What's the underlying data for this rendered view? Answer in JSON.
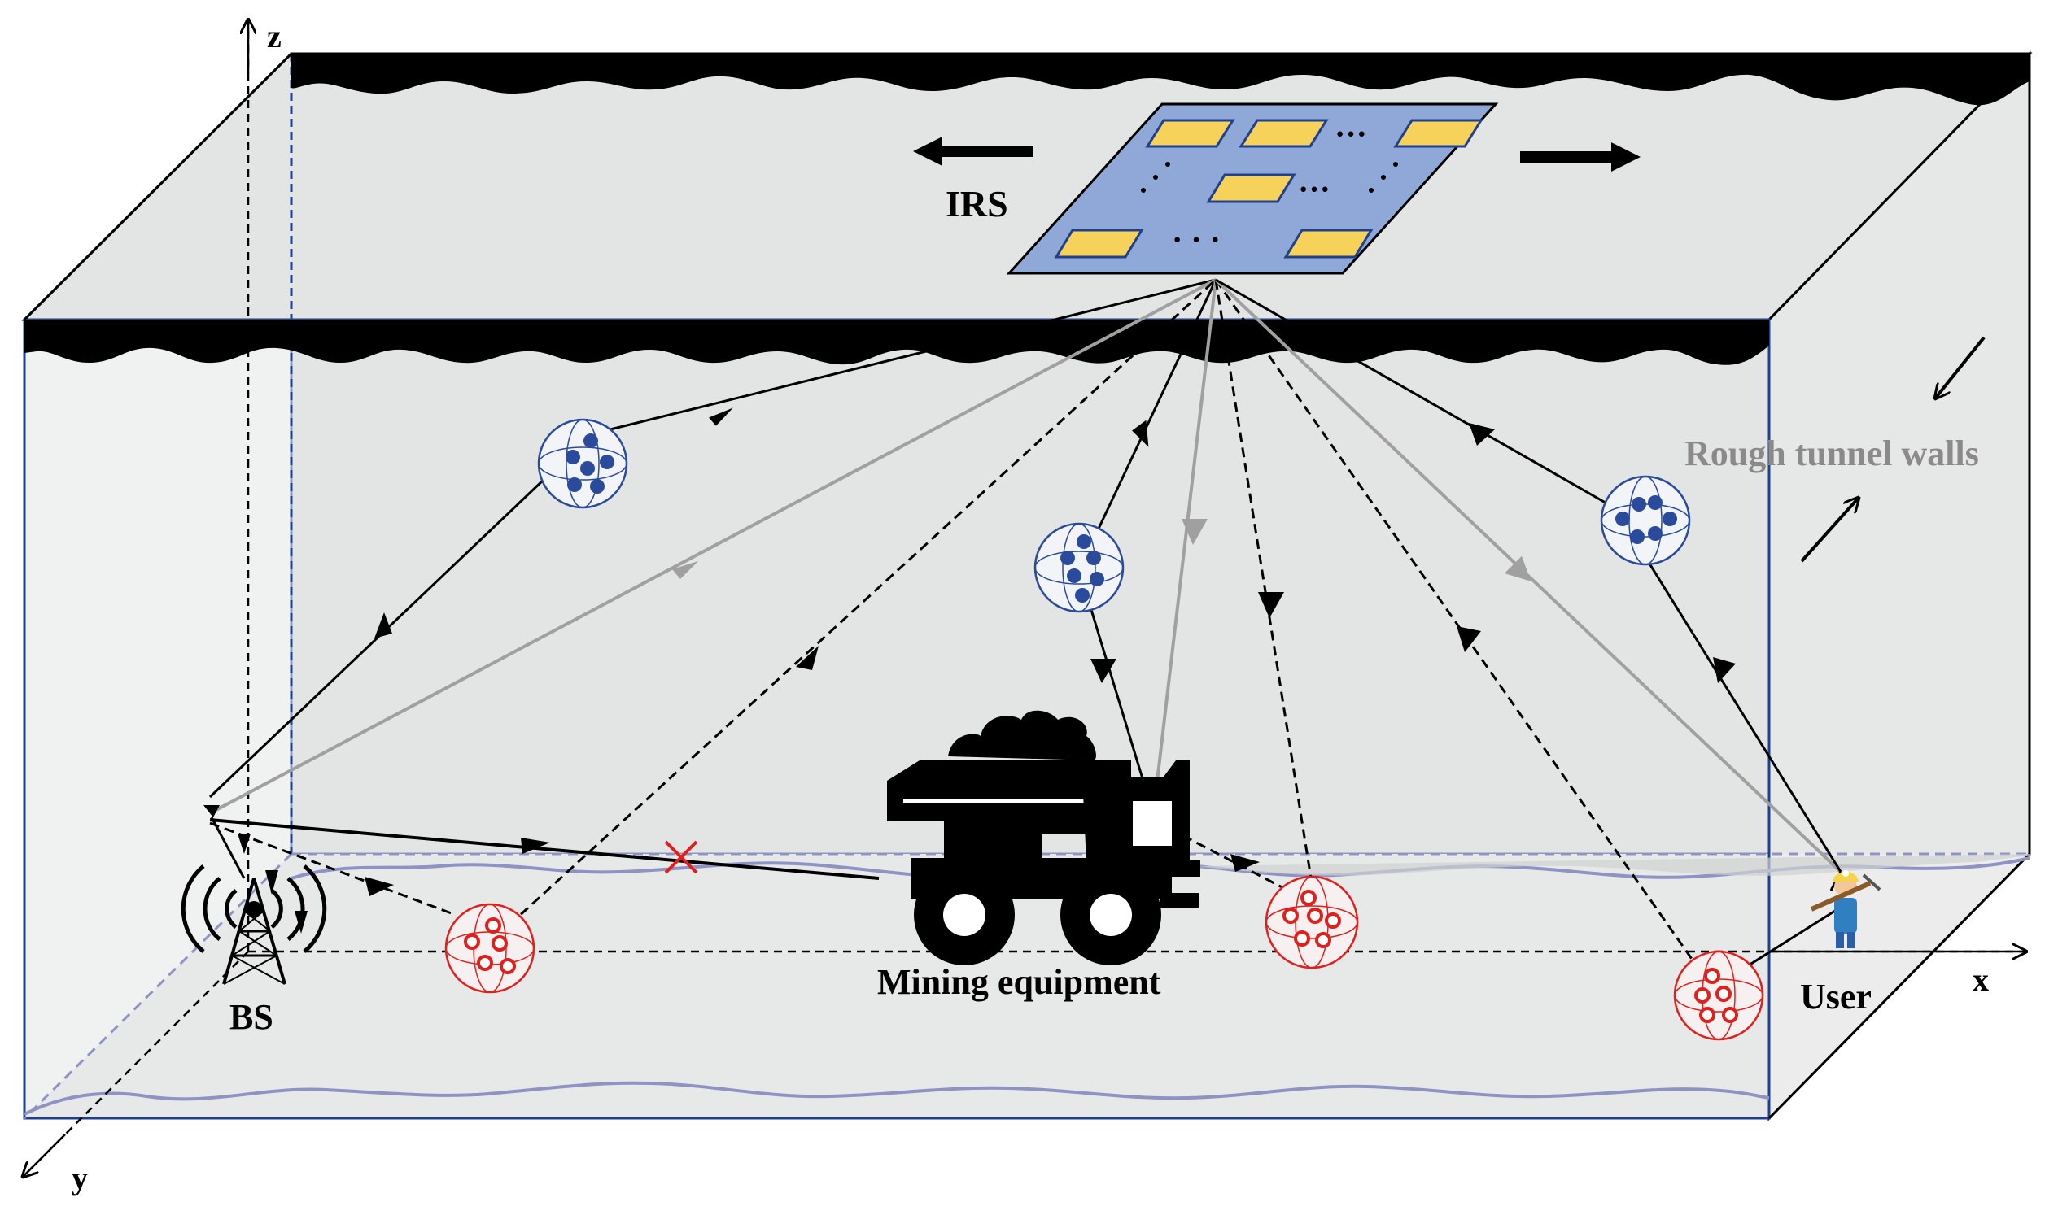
{
  "labels": {
    "irs": "IRS",
    "rough_walls": "Rough tunnel walls",
    "mining_equipment": "Mining equipment",
    "bs": "BS",
    "user": "User",
    "axis_x": "x",
    "axis_y": "y",
    "axis_z": "z",
    "irs_dots_top": "···",
    "irs_dots_mid": "···",
    "irs_dots_bottom": "· · ·"
  },
  "colors": {
    "tunnel_fill": "#e2e4e4",
    "tunnel_edge": "#1f3f8f",
    "rock": "#000000",
    "irs_panel": "#8fa8d8",
    "irs_element": "#f7d25a",
    "scatterer_blue": "#2a4b9b",
    "scatterer_red": "#e0201c",
    "path_black": "#000000",
    "path_grey": "#a0a0a0",
    "blocked_marker": "#e0201c",
    "floor_line": "#8e93c4",
    "walls_label": "#8a8a8a"
  },
  "icons": {
    "bs": "base-station-antenna-icon",
    "truck": "mining-truck-icon",
    "user": "miner-user-icon",
    "blocked": "blocked-x-icon"
  }
}
